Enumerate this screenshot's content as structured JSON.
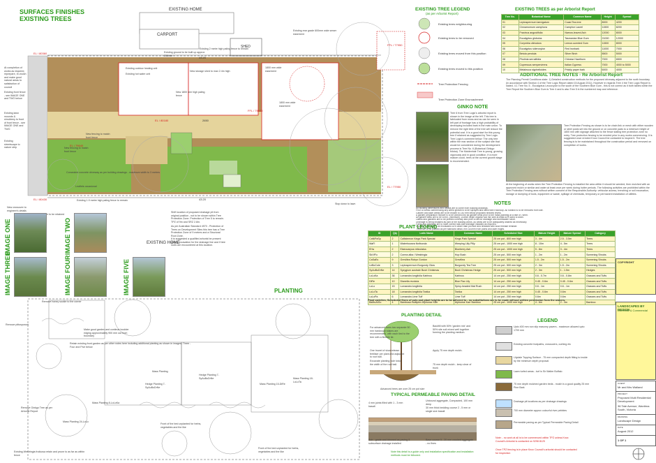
{
  "title": {
    "line1": "SURFACES FINISHES",
    "line2": "EXISTING TREES",
    "planting": "PLANTING"
  },
  "labels": {
    "existing_home_top": "EXISTING HOME",
    "existing_home_mid": "EXISTING HOME",
    "carport": "CARPORT",
    "shed": "SHED",
    "el_top": "EL / 80360",
    "el_mid": "EL / 80180",
    "el_left": "EL / 79640",
    "el_bottom": "EL / 80430",
    "ffl": "FFL / 79600",
    "ffl_right": "FFL / 77950",
    "el_right": "EL / 77950",
    "dim1": "43.20",
    "dim2": "43.20",
    "dim3": "2650"
  },
  "notes_left": [
    "At completion of works as required, reprepare, re-mulch and make good natural areas to satisfaction of council",
    "Existing front fence - see IMAGE ONE and TWO below",
    "Existing lawn mounds & shrubbery to front of front fence - see IMAGE ONE and TWO",
    "Existing streetscape to nature strip",
    "New crossover to engineer's details",
    "Existing crossover to be retained"
  ],
  "notes_plan": [
    "Existing ground to be built up approx 300mm",
    "Existing rear grade 600mm wide sewer easement",
    "Existing fence 1.9 metre high paling",
    "New storage shed to max 2.4m high",
    "Existing 2 metre high paling fence to remain",
    "1800 mm wide easement",
    "1800 mm wide easement",
    "New 1800 mm high paling fence",
    "Existing outdoor heating unit",
    "Existing hot water unit",
    "New fencing to match front fence",
    "New fencing to match front fence",
    "Concealed concrete driveway as per building drawings - maximum width to 3 metres",
    "Existing 1.9 metre high paling fence to remain",
    "Stop down to lawn",
    "Leaflets occasional"
  ],
  "tree_legend": {
    "title": "EXISTING TREE LEGEND",
    "subtitle": "(as per Arborist Report)",
    "items": [
      "Existing trees neighbouring",
      "Existing trees to be removed",
      "Existing trees moved from this position",
      "Existing trees moved to this position",
      "Tree Protection Fencing",
      "Tree Protection Zone Encroachment"
    ]
  },
  "existing_trees": {
    "title": "EXISTING TREES as per Arborist Report",
    "columns": [
      "Tree No.",
      "Botanical Name",
      "Common Name",
      "Height",
      "Spread"
    ],
    "rows": [
      [
        "01",
        "Leptospermum laevigatum",
        "Coast Tea-tree",
        "8000",
        "4200"
      ],
      [
        "02",
        "Cinnamomum camphora",
        "Camphor Laurel",
        "11500",
        "8200"
      ],
      [
        "03",
        "Fraxinus angustifolia",
        "Narrow-leaved Ash",
        "12000",
        "8000"
      ],
      [
        "04",
        "Eucalyptus globulus",
        "Tasmanian Blue Gum",
        "21000",
        "12000"
      ],
      [
        "05",
        "Corymbia citriodora",
        "Lemon-scented Gum",
        "11500",
        "8000"
      ],
      [
        "06",
        "Eucalyptus sideroxylon",
        "Red Ironbark",
        "11000",
        "7000"
      ],
      [
        "07",
        "Betula pendula",
        "Silver Birch",
        "8500",
        "5000"
      ],
      [
        "08",
        "Photinia serratifolia",
        "Chinese Hawthorn",
        "7000",
        "6500"
      ],
      [
        "09",
        "Cupressus sempervirens",
        "Italian Cypress",
        "7000",
        "4000 to 5000"
      ],
      [
        "10",
        "Melaleuca styphelioides",
        "Prickly paper bark",
        "6000",
        "4000"
      ]
    ]
  },
  "ginkgo_note": {
    "title": "GINKO NOTE",
    "text": "Tree 6 from Tree Logic's arborist report is shown in the image at the left. This tree is fabricated from moss and as can be seen in left part of frontage has a high probability of developing included bark in the main union. To remove the right limb of the tree will reduce the potential cost. It is a good start for this young tree if retained as suggested by Tree Logic. Tree Logic's comment below: The only tree within the rear section of the subject site that would be considered during the development process is Tree No. 6 (Botanical Ginkgo biloba). The Maidenhair Tree is young, growing vigorously and in good condition. If a more mature could, trees at the current growth stage is recommended."
  },
  "additional_notes": {
    "title": "ADDITIONAL TREE NOTES - Re Arborist Report",
    "text1": "The Planning Permit Conditions state: 1) Detailed construction methods for the proposed driveway adjacent to the north boundary (in accordance with Section 4 of the Tree Logic Report dated 15 August 2011). However in regards Tree 4 the Tree Logic Report is stated. 4.1 Tree No. 5 - Eucalyptus Leucoxylon to the south of the Southern Blue Gum - this is not correct as it both tables within the Tree Report the Southern Blue Gum is Tree 4 and is also Tree 5 in the numbered map and reference.",
    "text2": "Tree Protection Fencing as shown is to be chain link or mesh with either wooden or steel posts set into the ground or on concrete pads to a minimum height of 1800 mm with signage attached to the fence stating tree protection zone no entry. Tree protection fencing to be erected prior to any works commencing. It is suggested once erected Knox Council be contacted to inspect it. The tree fencing is to be maintained throughout the construction period and removed on completion of works.",
    "text3": "At the beginning of works when the Tree Protection Fencing is installed the area within it should be weeded, then mulched with an approved mulch or similar and water at least once per week during hotter periods. The following activities are prohibited within the Tree Protection Fencing area without written consent of the Responsible Authority: vehicular access, trenching or soil excavation, storage or dumping of tools, equipment or waste, spillage of chemicals, temporary or permanent installation of utilities."
  },
  "notes": {
    "title": "NOTES",
    "lines": [
      "All building dimensions and details are to come from building drawings.",
      "Prior to works commencing any weed growth is to be sprayed and killed with Roundup. All rubbish is to be removed from site.",
      "Garden and lawn areas are to be broken to 150 mm below proposed finished levels.",
      "A garden preparation mixture is to be worked into all garden beds prior to the mass planting at a rate of 75mm.",
      "All garden beds are to be a min. (minimum) 100mm depth organic soil mix with at least 80% sand to drain.",
      "Lawns and gardens are to be profiled correctly and prior to fall for drainage and stormwater runoff.",
      "Drainage is being installed as part of the building works. All areas are to be adequately drained as necessary.",
      "Paths and driveway are to have correct falls and drainage installed as required.",
      "Planting holes are to be excavated 30% wider than pot size and fertilised with slow release fertiliser.",
      "Trees are to be planted as per standard detail, min 300mm from paths and lawn edges.",
      "Plants are to be planted to correct heights and positions and be to manufacturers' recommended rates.",
      "Any trees requiring staking are to be staked with hardwood stakes and ties securely.",
      "Existing and proposed services are shown as part of building drawings.",
      "The landscaping is to be maintained to the satisfaction of the responsible authority."
    ]
  },
  "plant_legend": {
    "title": "PLANT LEGEND",
    "columns": [
      "ID",
      "Qty",
      "Latin Name",
      "Common Name",
      "Scheduled Size",
      "Mature Height",
      "Mature Spread",
      "Category"
    ],
    "rows": [
      [
        "CaNiPaSp",
        "2",
        "Callistemon Kings Park Special",
        "Kings Park Special",
        "25 cm pot - 800 mm high",
        "3 - 4m",
        "2.5 - 3.5m",
        "Trees"
      ],
      [
        "WaFl",
        "1",
        "Waterhousea floribunda",
        "Weeping Lilly Pilly",
        "25 cm pot - 1000 mm high",
        "8 - 10m",
        "4 - 5m",
        "Trees"
      ],
      [
        "EHa",
        "2",
        "Elaeocarpus reticulatus",
        "Blueberry Ash",
        "25 cm pot - 1000 mm high",
        "5 - 8m",
        "3 - 4m",
        "Trees"
      ],
      [
        "SkVfFu",
        "2",
        "Correa alba / Westringia",
        "Hop Bush",
        "25 cm pot - 500 mm high",
        "1 - 2m",
        "1 - 2m",
        "Screening Shrubs"
      ],
      [
        "CaSaEs",
        "9",
        "Grevillea Robyn Gordon",
        "Grevillea",
        "25 cm pot - 500 mm high",
        "1.5 - 2m",
        "1.5 - 2m",
        "Screening Shrubs"
      ],
      [
        "LeBoCole",
        "3",
        "Leptospermum Burgundy Glow",
        "Burgundy Tea Tree",
        "25 cm pot - 500 mm high",
        "2 - 3m",
        "1.5 - 2m",
        "Screening Shrubs"
      ],
      [
        "SyAuBuDrNe",
        "14",
        "Syzygium australe Bush Christmas",
        "Bush Christmas Hedge",
        "25 cm pot - 500 mm high",
        "2 - 3m",
        "1 - 1.5m",
        "Hedges"
      ],
      [
        "LoLoKa",
        "36",
        "Lomandra longifolia Katrinus",
        "Katrinus",
        "14 cm pot - 250 mm high",
        "0.6 - 0.7m",
        "0.6 - 0.8m",
        "Grasses and Tufts"
      ],
      [
        "DiRe",
        "10",
        "Dianella revoluta",
        "Blue Flax Lily",
        "14 cm pot - 250 mm high",
        "0.45 - 0.6m",
        "0.45 - 0.6m",
        "Grasses and Tufts"
      ],
      [
        "LoLo",
        "15",
        "Lomandra longifolia",
        "Spiny-headed Mat Rush",
        "14 cm pot - 250 mm high",
        "0.6 - 1m",
        "0.6 - 1m",
        "Grasses and Tufts"
      ],
      [
        "LoLoTa",
        "18",
        "Lomandra longifolia Tanika",
        "Tanika",
        "14 cm pot - 250 mm high",
        "0.45 - 0.6m",
        "0.6m",
        "Grasses and Tufts"
      ],
      [
        "LoLoPa",
        "6",
        "Lomandra Lime Tuff",
        "Lime Tuff",
        "14 cm pot - 250 mm high",
        "0.6m",
        "0.6m",
        "Grasses and Tufts"
      ],
      [
        "BaMuAlGo",
        "4",
        "Bambusa multiplex Alphonse Karr",
        "Alphonse Karr Bamboo",
        "25 cm pot - 1000 mm high",
        "4 - 6m",
        "2 - 3m",
        "Bamboo"
      ]
    ],
    "footer": "Plant varieties, Scheduled Sizes of pots and plant heights are to be adhered to - no substitutions are to be made without written permission from the owners."
  },
  "images": {
    "one": "IMAGE ONE",
    "two": "IMAGE TWO",
    "three": "IMAGE THREE",
    "four": "IMAGE FOUR",
    "five": "IMAGE FIVE"
  },
  "mid_notes": {
    "shift": "Shift location of proposed drainage pit from original position - not to be shown within Tree Protection Zone. Protection of Tree 5 to remain. TPZ of 9m and SRZ 2.8m.",
    "standard": "As per Australian Standard 4970 - Protection of Trees on Development Sites this tree has a Tree Protection Zone of 9 metres and a Structural Root Zone.",
    "arborist": "It is suggested a qualified arborist be present during excavation for the drainage line and if tree roots are encountered at this location."
  },
  "planting_notes": [
    "Remove honey suckle to the corner",
    "Remove pittosporum",
    "Make good garden and continue boulder edging approximately 900 mm out from boundary",
    "Retain existing front garden as per other notes here including additional planting as shown in images. Three - Four and Five below",
    "Mass Planting",
    "Hedge Planting 7-SyAuBuDrNe",
    "Hedge Planting 7-SyAuBuDrNe",
    "Mass Planting 15-DiRe",
    "Mass Planting 18-LoLoTa",
    "Mass Planting 24-LoLo",
    "Mass Planting 8-LoLoKa",
    "Remove Ginkgo Tree as per Arborist Report",
    "Front of the bed unplanted for herbs, vegetables and the like",
    "Front of the bed unplanted for herbs, vegetables and the like",
    "Existing Westringia fruticosa retain and prune to as far as within fence"
  ],
  "planting_detail": {
    "title": "PLANTING DETAIL",
    "notes": [
      "For advanced trees two separate 50 mm hardwood stakes are recommended, with each tied to the tree with a flexible tie.",
      "One trowel of slow release fertiliser per plant and adjacent to root ball.",
      "Excavate planting hole twice the width of the root ball.",
      "Backfill with 50% 'garden mix' and 50% site soil mixed well together forming the planting medium.",
      "Apply 75 mm depth mulch.",
      "75 mm depth mulch - keep clear of trunk",
      "Advanced trees are over 25 cm pot size"
    ]
  },
  "paving_detail": {
    "title": "TYPICAL PERMEABLE PAVING DETAIL",
    "notes": [
      "4 mm joints filled with 1 - 3 mm basalt",
      "Unbound aggregate, Compacted, 100 mm deep",
      "Sub - grade and trimmed as paving & subsurface drainage installed",
      "30 mm thick bedding course 2 - 5 mm or single size basalt",
      "Base course 5 - 20 mm crushed aggregate - no fines",
      "Note this detail is a guide only and installation specification and installation methods must be followed."
    ]
  },
  "legend": {
    "title": "LEGEND",
    "items": [
      "Upto 400 mm non slip masonry pavers - maximum allowed upto 1700 mm",
      "Existing concrete footpaths, crossovers, curbing etc",
      "Lilydale Topping Surface - 75 mm compacted depth fitting to inside by the minimum depth proposal",
      "Lawn turfed areas - turf is Sir Walter Buffalo",
      "75 mm depth mulched garden beds - mulch is a good quality 25 mm Pine Bark",
      "Drainage pit locations as per drainage drawings",
      "700 mm diameter approx colourful river pebbles",
      "Permeable paving as per Typical Permeable Paving Detail"
    ]
  },
  "red_notes": [
    "Note: - no work at all is to be commenced within TPZ unless Knox Council's Arborist is contacted on 9298 8125",
    "Once TPZ fencing is in place Knox Council's arborist should be contacted for inspection"
  ],
  "title_block": {
    "copyright": "COPYRIGHT",
    "company": "LANDSCAPES BY DESIGN",
    "company_sub": "Domestic & Commercial",
    "client_label": "CLIENT",
    "client": "Mr and Mrs Walland",
    "project_label": "PROJECT",
    "project": "Proposed Multi Residential Development",
    "site": "36 Tate Avenue, Wantirna South, Victoria",
    "drawing_label": "DRAWING",
    "drawing": "Landscape Design",
    "date_label": "DATE",
    "date": "August 2012",
    "sheet": "1 OF 1"
  },
  "colors": {
    "green": "#2a9a1a",
    "yellow_tbl": "#fff5c2",
    "lawn": "#7fb94a",
    "paving": "#c8a87a",
    "mulch": "#8a6a3a",
    "topping": "#e8d7a0",
    "boundary_red": "#d62020"
  }
}
